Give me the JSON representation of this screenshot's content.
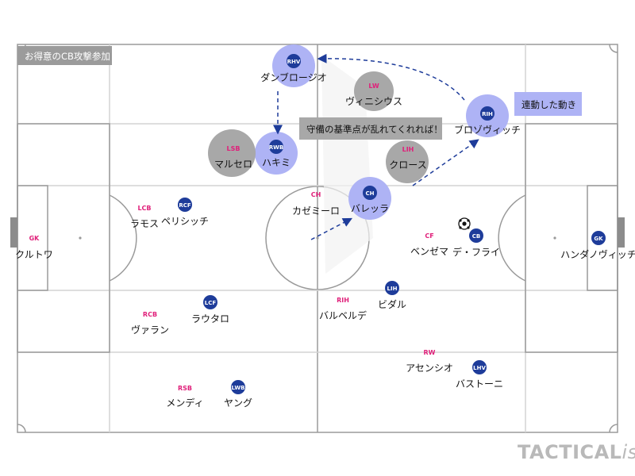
{
  "title_box": "お得意のCB攻撃参加",
  "callout_center": "守備の基準点が乱れてくれれば！",
  "callout_right": "連動した動き",
  "brand": {
    "part1": "TACTICAL",
    "part2": "ista"
  },
  "colors": {
    "home": "#e0207a",
    "away": "#1e3c9a",
    "highlight": "#aeb3f5",
    "grey_highlight": "#a8a8a8",
    "arrow": "#1e3c9a",
    "pitch_line": "#9a9a9a",
    "goal": "#8c8c8c"
  },
  "home_players": [
    {
      "pos": "GK",
      "name": "クルトワ"
    },
    {
      "pos": "LCB",
      "name": "ラモス"
    },
    {
      "pos": "RCB",
      "name": "ヴァラン"
    },
    {
      "pos": "LSB",
      "name": "マルセロ"
    },
    {
      "pos": "RSB",
      "name": "メンディ"
    },
    {
      "pos": "CH",
      "name": "カゼミーロ"
    },
    {
      "pos": "RIH",
      "name": "バルベルデ"
    },
    {
      "pos": "LIH",
      "name": "クロース"
    },
    {
      "pos": "LW",
      "name": "ヴィニシウス"
    },
    {
      "pos": "RW",
      "name": "アセンシオ"
    },
    {
      "pos": "CF",
      "name": "ベンゼマ"
    }
  ],
  "away_players": [
    {
      "pos": "GK",
      "name": "ハンダノヴィッチ"
    },
    {
      "pos": "CB",
      "name": "デ・フライ"
    },
    {
      "pos": "RCF",
      "name": "ペリシッチ"
    },
    {
      "pos": "LCF",
      "name": "ラウタロ"
    },
    {
      "pos": "RWB",
      "name": "ハキミ"
    },
    {
      "pos": "LWB",
      "name": "ヤング"
    },
    {
      "pos": "CH",
      "name": "バレッラ"
    },
    {
      "pos": "LIH",
      "name": "ビダル"
    },
    {
      "pos": "RIH",
      "name": "ブロゾヴィッチ"
    },
    {
      "pos": "RHV",
      "name": "ダンブロージオ"
    },
    {
      "pos": "LHV",
      "name": "バストーニ"
    }
  ]
}
